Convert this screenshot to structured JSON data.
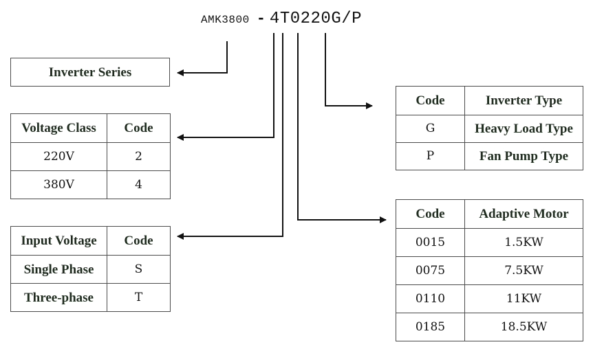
{
  "model": {
    "prefix": "AMK3800",
    "separator": "-",
    "code": "4T0220G/P"
  },
  "inverter_series": {
    "label": "Inverter Series"
  },
  "voltage_class": {
    "headers": [
      "Voltage Class",
      "Code"
    ],
    "rows": [
      [
        "220V",
        "2"
      ],
      [
        "380V",
        "4"
      ]
    ]
  },
  "input_voltage": {
    "headers": [
      "Input Voltage",
      "Code"
    ],
    "rows": [
      [
        "Single Phase",
        "S"
      ],
      [
        "Three-phase",
        "T"
      ]
    ]
  },
  "inverter_type": {
    "headers": [
      "Code",
      "Inverter Type"
    ],
    "rows": [
      [
        "G",
        "Heavy Load Type"
      ],
      [
        "P",
        "Fan Pump Type"
      ]
    ]
  },
  "adaptive_motor": {
    "headers": [
      "Code",
      "Adaptive Motor"
    ],
    "rows": [
      [
        "0015",
        "1.5KW"
      ],
      [
        "0075",
        "7.5KW"
      ],
      [
        "0110",
        "11KW"
      ],
      [
        "0185",
        "18.5KW"
      ]
    ]
  },
  "colors": {
    "line": "#111111",
    "border": "#4a4a4a",
    "header_text": "#1f2d1f"
  }
}
